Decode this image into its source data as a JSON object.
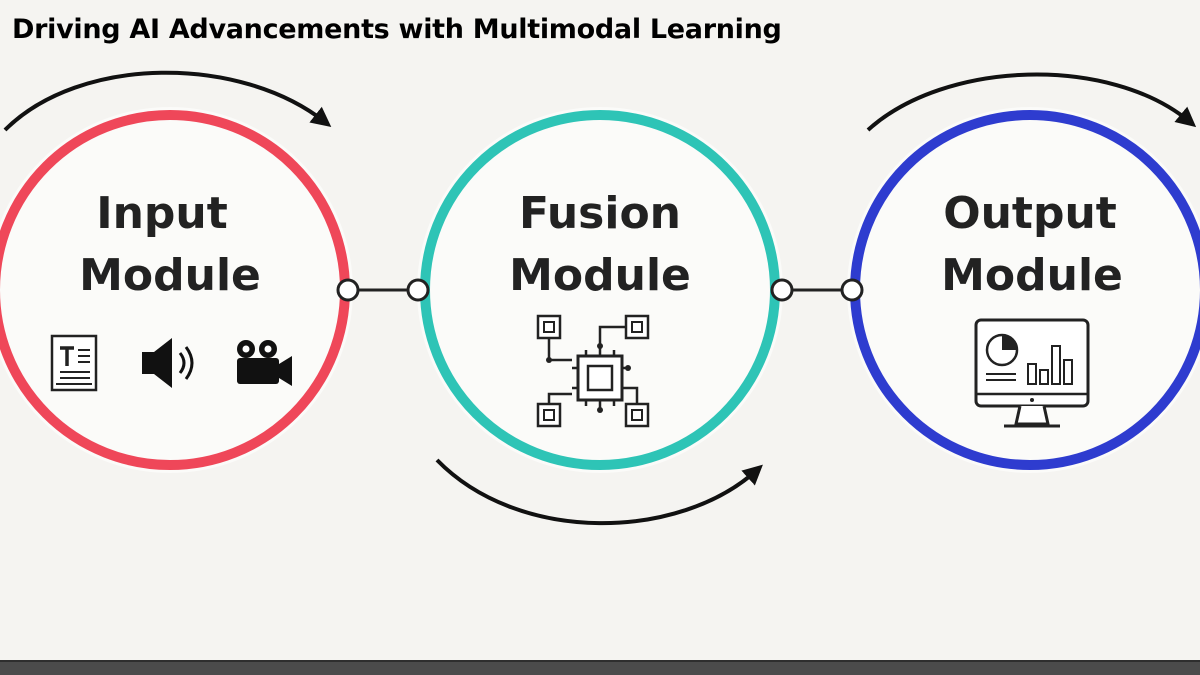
{
  "title": "Driving AI Advancements with Multimodal Learning",
  "modules": [
    {
      "line1": "Input",
      "line2": "Module",
      "color": "#ef4759",
      "icons": [
        "text-document-icon",
        "speaker-icon",
        "video-camera-icon"
      ]
    },
    {
      "line1": "Fusion",
      "line2": "Module",
      "color": "#2ec4b6",
      "icons": [
        "circuit-chip-icon"
      ]
    },
    {
      "line1": "Output",
      "line2": "Module",
      "color": "#2e3ccf",
      "icons": [
        "monitor-chart-icon"
      ]
    }
  ],
  "arrow_color": "#111111"
}
